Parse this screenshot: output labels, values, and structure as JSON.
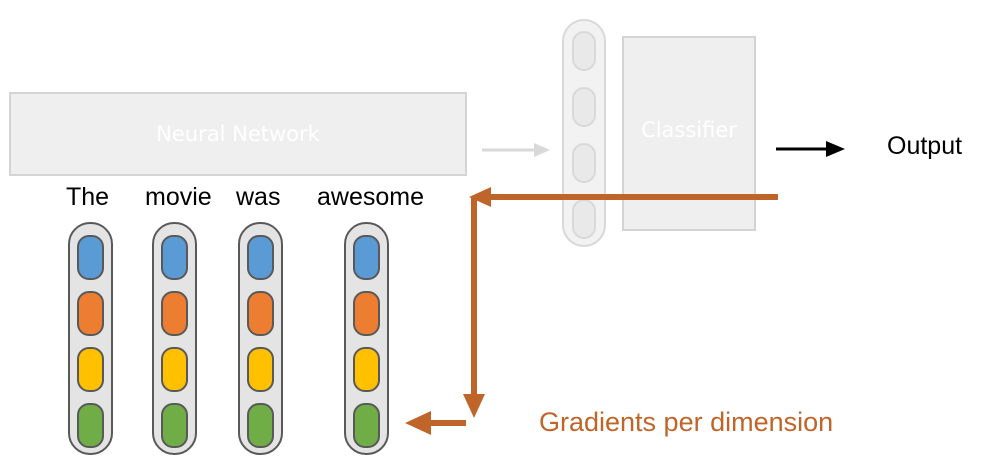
{
  "network": {
    "label": "Neural Network"
  },
  "classifier": {
    "label": "Classifier"
  },
  "output": {
    "label": "Output"
  },
  "gradients": {
    "label": "Gradients per dimension"
  },
  "words": [
    "The",
    "movie",
    "was",
    "awesome"
  ],
  "dimension_colors": [
    "#5b9bd5",
    "#ed7d31",
    "#ffc000",
    "#70ad47"
  ],
  "colors": {
    "gradient_arrow": "#c0652a",
    "faded": "#d9d9d9",
    "output_arrow": "#000000"
  }
}
